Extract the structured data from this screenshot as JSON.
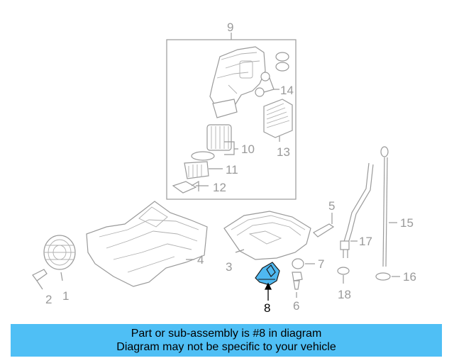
{
  "diagram": {
    "callouts": {
      "n1": "1",
      "n2": "2",
      "n3": "3",
      "n4": "4",
      "n5": "5",
      "n6": "6",
      "n7": "7",
      "n8": "8",
      "n9": "9",
      "n10": "10",
      "n11": "11",
      "n12": "12",
      "n13": "13",
      "n14": "14",
      "n15": "15",
      "n16": "16",
      "n17": "17",
      "n18": "18"
    },
    "highlighted_part": "8",
    "highlight_color": "#4fb8f0"
  },
  "banner": {
    "line1": "Part or sub-assembly is #8 in diagram",
    "line2": "Diagram may not be specific to your vehicle",
    "color": "#4fbff5"
  }
}
